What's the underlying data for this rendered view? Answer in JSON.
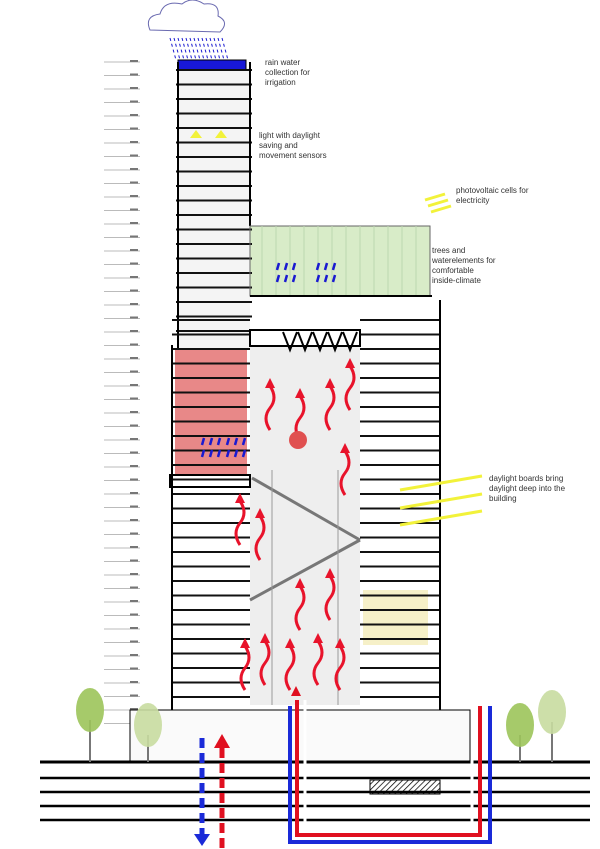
{
  "annotations": {
    "rain_water": "rain water\ncollection for\nirrigation",
    "light_sensors": "light with daylight\nsaving and\nmovement sensors",
    "photovoltaic": "photovoltaic cells for\nelectricity",
    "trees_water": "trees and\nwaterelements for\ncomfortable\ninside-climate",
    "daylight_boards": "daylight boards bring\ndaylight deep into the\nbuilding"
  },
  "colors": {
    "structure": "#111111",
    "warm_air": "#e8132b",
    "water": "#1a1ad0",
    "sun": "#f2f23a",
    "garden": "#d8ecc8",
    "red_zone": "#e06060",
    "tree": "#9cc45a",
    "cold_pipe": "#1a2ad8",
    "hot_pipe": "#e01020"
  }
}
